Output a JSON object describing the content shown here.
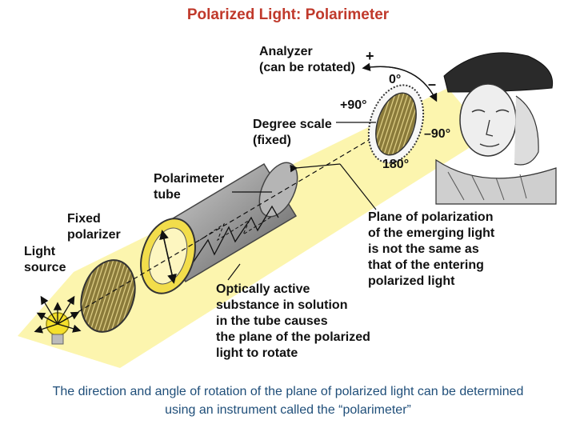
{
  "title": "Polarized Light: Polarimeter",
  "labels": {
    "analyzer_1": "Analyzer",
    "analyzer_2": "(can be rotated)",
    "plus": "+",
    "minus": "–",
    "zero_deg": "0°",
    "plus90": "+90°",
    "minus90": "–90°",
    "deg180": "180°",
    "degree_scale_1": "Degree scale",
    "degree_scale_2": "(fixed)",
    "polarimeter_tube_1": "Polarimeter",
    "polarimeter_tube_2": "tube",
    "fixed_polarizer_1": "Fixed",
    "fixed_polarizer_2": "polarizer",
    "light_source_1": "Light",
    "light_source_2": "source",
    "plane_1": "Plane of polarization",
    "plane_2": "of the emerging light",
    "plane_3": "is not the same as",
    "plane_4": "that of the entering",
    "plane_5": "polarized light",
    "optically_1": "Optically active",
    "optically_2": "substance in solution",
    "optically_3": "in the tube causes",
    "optically_4": "the plane of the polarized",
    "optically_5": "light to rotate"
  },
  "caption": "The direction and angle of rotation of the plane of polarized light can be determined using an instrument called the “polarimeter”",
  "colors": {
    "title": "#c0392b",
    "caption": "#1f4e79",
    "beam": "#fbf3a0",
    "polarizer_ring": "#f2dd4b",
    "filter": "#8a7a3a"
  }
}
